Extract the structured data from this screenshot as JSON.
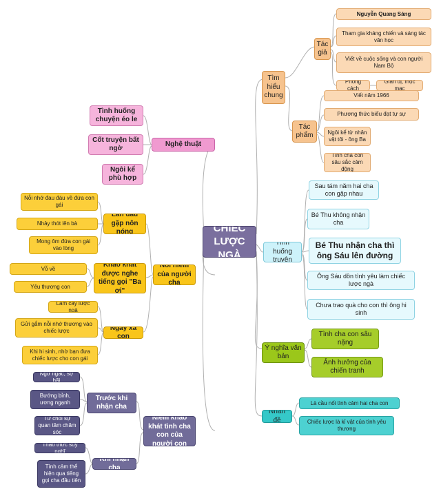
{
  "mindmap": {
    "center": "CHIẾC LƯỢC NGÀ",
    "tim_hieu_chung": {
      "label": "Tìm hiểu chung",
      "tac_gia": {
        "label": "Tác giả",
        "items": [
          "Nguyễn Quang Sáng",
          "Tham gia kháng chiến và sáng tác văn học",
          "Viết về cuộc sống và con người Nam Bộ"
        ],
        "phong_cach": {
          "label": "Phong cách",
          "value": "Giản dị, mộc mạc"
        }
      },
      "tac_pham": {
        "label": "Tác phẩm",
        "items": [
          "Viết năm 1966",
          "Phương thức biểu đạt tự sự",
          "Ngôi kể từ nhân vật tôi - ông Ba",
          "Tình cha con sâu sắc cảm động"
        ]
      }
    },
    "nghe_thuat": {
      "label": "Nghệ thuật",
      "items": [
        "Tình huống chuyện éo le",
        "Cốt truyện bất ngờ",
        "Ngôi kể phù hợp"
      ]
    },
    "noi_niem": {
      "label": "Nỗi niềm của người cha",
      "lan_dau": {
        "label": "Lần đầu gặp nôn nóng",
        "items": [
          "Nỗi nhớ đau đáu về đứa con gái",
          "Nhảy thót lên bà",
          "Mong ôm đứa con gái vào lòng"
        ]
      },
      "khao_khat": {
        "label": "Khao khát được nghe tiếng gọi \"Ba ơi\"",
        "items": [
          "Vỗ về",
          "Yêu thương con"
        ]
      },
      "ngay_xa": {
        "label": "Ngày xa con",
        "items": [
          "Làm cây lược ngà",
          "Gửi gắm nỗi nhớ thương vào chiếc lược",
          "Khi hi sinh, nhờ bạn đưa chiếc lược cho con gái"
        ]
      }
    },
    "niem_khao_khat": {
      "label": "Niềm khao khát tình cha con của người con",
      "truoc": {
        "label": "Trước khi nhận cha",
        "items": [
          "Ngơ ngác, sợ hãi",
          "Bướng bỉnh, ương ngạnh",
          "Từ chối sự quan tâm chăm sóc"
        ]
      },
      "khi": {
        "label": "Khi nhận cha",
        "items": [
          "Thao thức suy nghĩ",
          "Tình cảm thể hiện qua tiếng gọi cha đầu tiên"
        ]
      }
    },
    "tinh_huong": {
      "label": "Tình huống truyện",
      "items": [
        "Sau tám năm hai cha con gặp nhau",
        "Bé Thu không nhận cha",
        "Bé Thu nhận cha thì ông Sáu lên đường",
        "Ông Sáu dồn tình yêu làm chiếc lược ngà",
        "Chưa trao quà cho con thì ông hi sinh"
      ]
    },
    "y_nghia": {
      "label": "Ý nghĩa văn bản",
      "items": [
        "Tình cha con sâu nặng",
        "Ảnh hưởng của chiến tranh"
      ]
    },
    "nhan_de": {
      "label": "Nhan đề",
      "items": [
        "Là cầu nối tình cảm hai cha con",
        "Chiếc lược là kỉ vật của tình yêu thương"
      ]
    },
    "colors": {
      "line": "#b0b0b0",
      "center": "#7a6f9e",
      "orange": "#f6c38e",
      "pink": "#f09ad0",
      "yellow": "#f9c51a",
      "cyan": "#cdf2fa",
      "green": "#9bc71a",
      "teal": "#35c8c8",
      "purple": "#716c99"
    }
  }
}
